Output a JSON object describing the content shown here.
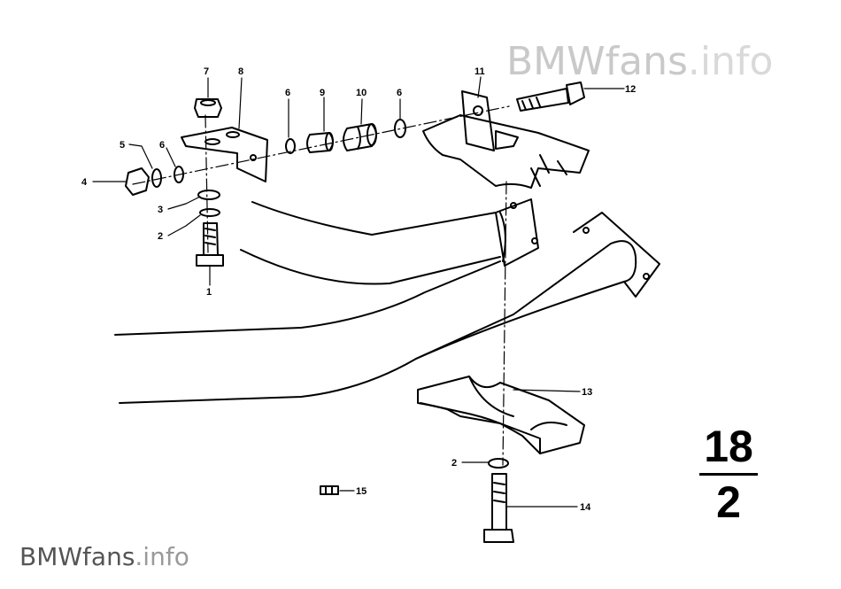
{
  "watermark": {
    "brand": "BMWfans",
    "suffix": ".info"
  },
  "group": {
    "top": "18",
    "bottom": "2"
  },
  "callouts": {
    "c1": "1",
    "c2a": "2",
    "c2b": "2",
    "c3": "3",
    "c4": "4",
    "c5": "5",
    "c6a": "6",
    "c6b": "6",
    "c6c": "6",
    "c7": "7",
    "c8": "8",
    "c9": "9",
    "c10": "10",
    "c11": "11",
    "c12": "12",
    "c13": "13",
    "c14": "14",
    "c15": "15"
  }
}
